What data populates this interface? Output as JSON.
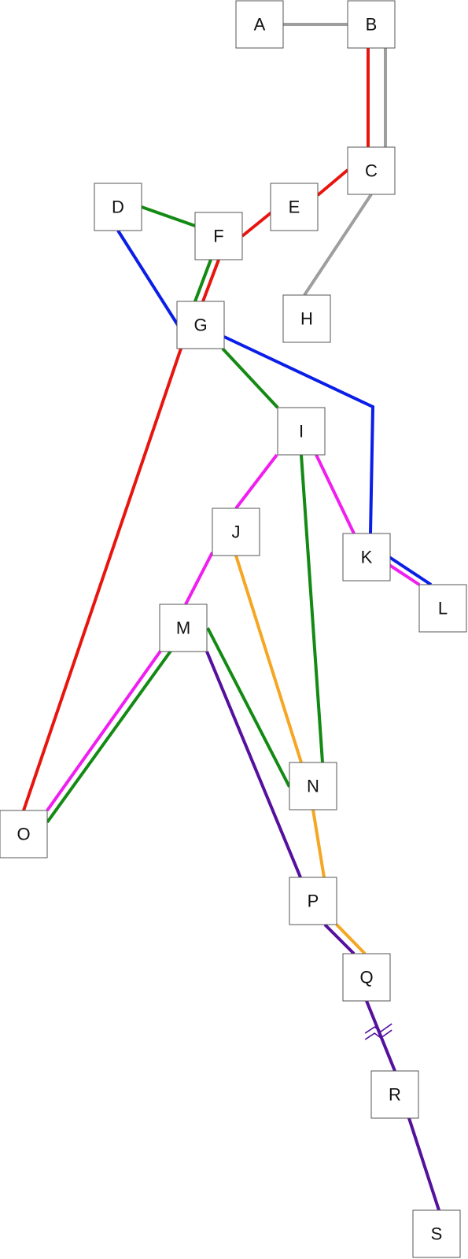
{
  "nodes": [
    {
      "id": "A",
      "label": "A"
    },
    {
      "id": "B",
      "label": "B"
    },
    {
      "id": "C",
      "label": "C"
    },
    {
      "id": "D",
      "label": "D"
    },
    {
      "id": "E",
      "label": "E"
    },
    {
      "id": "F",
      "label": "F"
    },
    {
      "id": "G",
      "label": "G"
    },
    {
      "id": "H",
      "label": "H"
    },
    {
      "id": "I",
      "label": "I"
    },
    {
      "id": "J",
      "label": "J"
    },
    {
      "id": "K",
      "label": "K"
    },
    {
      "id": "L",
      "label": "L"
    },
    {
      "id": "M",
      "label": "M"
    },
    {
      "id": "N",
      "label": "N"
    },
    {
      "id": "O",
      "label": "O"
    },
    {
      "id": "P",
      "label": "P"
    },
    {
      "id": "Q",
      "label": "Q"
    },
    {
      "id": "R",
      "label": "R"
    },
    {
      "id": "S",
      "label": "S"
    }
  ],
  "edges": [
    {
      "from": "A",
      "to": "B",
      "color": "#9e9e9e"
    },
    {
      "from": "B",
      "to": "C",
      "color": "#e8150f"
    },
    {
      "from": "B",
      "to": "C",
      "color": "#9e9e9e"
    },
    {
      "from": "C",
      "to": "E",
      "color": "#e8150f"
    },
    {
      "from": "C",
      "to": "H",
      "color": "#9e9e9e"
    },
    {
      "from": "E",
      "to": "F",
      "color": "#e8150f"
    },
    {
      "from": "D",
      "to": "F",
      "color": "#138a13"
    },
    {
      "from": "D",
      "to": "G",
      "color": "#0a1ee8"
    },
    {
      "from": "F",
      "to": "G",
      "color": "#138a13"
    },
    {
      "from": "F",
      "to": "G",
      "color": "#e8150f"
    },
    {
      "from": "G",
      "to": "O",
      "color": "#e8150f"
    },
    {
      "from": "G",
      "to": "I",
      "color": "#138a13"
    },
    {
      "from": "G",
      "to": "K",
      "color": "#0a1ee8"
    },
    {
      "from": "I",
      "to": "J",
      "color": "#f01ef0"
    },
    {
      "from": "I",
      "to": "K",
      "color": "#f01ef0"
    },
    {
      "from": "I",
      "to": "N",
      "color": "#138a13"
    },
    {
      "from": "J",
      "to": "M",
      "color": "#f01ef0"
    },
    {
      "from": "J",
      "to": "N",
      "color": "#f5a623"
    },
    {
      "from": "K",
      "to": "L",
      "color": "#0a1ee8"
    },
    {
      "from": "K",
      "to": "L",
      "color": "#f01ef0"
    },
    {
      "from": "M",
      "to": "O",
      "color": "#f01ef0"
    },
    {
      "from": "M",
      "to": "O",
      "color": "#138a13"
    },
    {
      "from": "M",
      "to": "N",
      "color": "#138a13"
    },
    {
      "from": "M",
      "to": "P",
      "color": "#55119e"
    },
    {
      "from": "N",
      "to": "P",
      "color": "#f5a623"
    },
    {
      "from": "P",
      "to": "Q",
      "color": "#55119e"
    },
    {
      "from": "P",
      "to": "Q",
      "color": "#f5a623"
    },
    {
      "from": "Q",
      "to": "R",
      "color": "#55119e",
      "break_marker": true
    },
    {
      "from": "R",
      "to": "S",
      "color": "#55119e"
    }
  ]
}
